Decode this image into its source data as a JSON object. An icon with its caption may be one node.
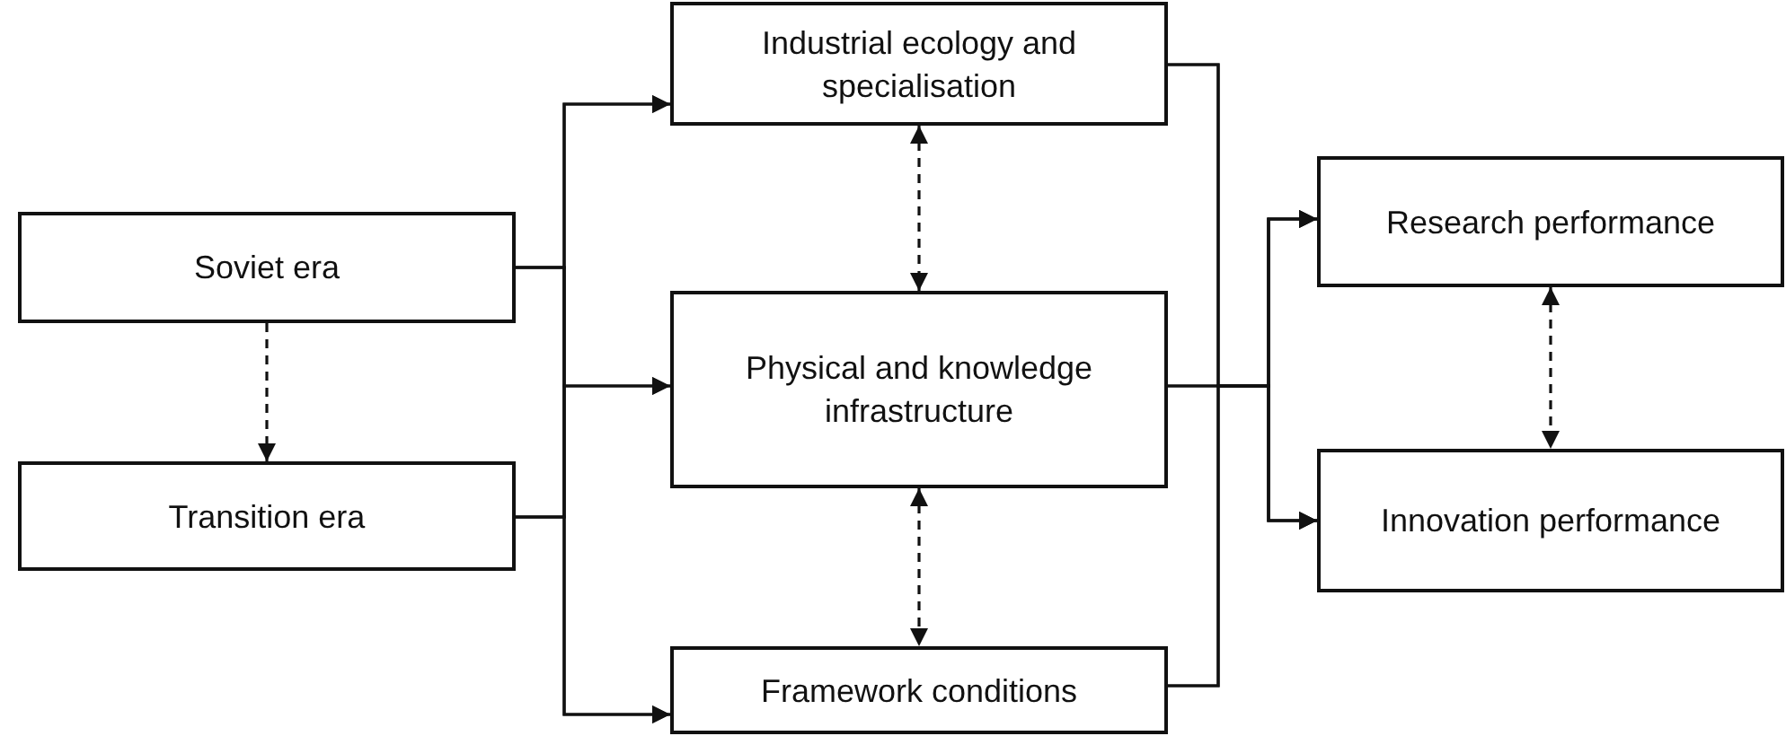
{
  "diagram": {
    "nodes": [
      {
        "text": [
          "Soviet era"
        ]
      },
      {
        "text": [
          "Transition era"
        ]
      },
      {
        "text": [
          "Industrial ecology and specialisation"
        ]
      },
      {
        "text": [
          "Physical and knowledge infrastructure"
        ]
      },
      {
        "text": [
          "Framework conditions"
        ]
      },
      {
        "text": [
          "Research performance"
        ]
      },
      {
        "text": [
          "Innovation performance"
        ]
      }
    ],
    "edges": [
      {
        "from": 0,
        "to": 1,
        "arrow": "to",
        "style": "dashed"
      },
      {
        "from": 0,
        "to": 2,
        "arrow": "to"
      },
      {
        "from": 0,
        "to": 3,
        "arrow": "to"
      },
      {
        "from": 0,
        "to": 4,
        "arrow": "to"
      },
      {
        "from": 1,
        "to": 2,
        "arrow": "to"
      },
      {
        "from": 1,
        "to": 3,
        "arrow": "to"
      },
      {
        "from": 1,
        "to": 4,
        "arrow": "to"
      },
      {
        "from": 2,
        "to": 3,
        "arrow": "both",
        "style": "dashed"
      },
      {
        "from": 3,
        "to": 4,
        "arrow": "both",
        "style": "dashed"
      },
      {
        "from": 2,
        "to": 5,
        "arrow": "to"
      },
      {
        "from": 2,
        "to": 6,
        "arrow": "to"
      },
      {
        "from": 3,
        "to": 5,
        "arrow": "to"
      },
      {
        "from": 3,
        "to": 6,
        "arrow": "to"
      },
      {
        "from": 4,
        "to": 5,
        "arrow": "to"
      },
      {
        "from": 4,
        "to": 6,
        "arrow": "to"
      },
      {
        "from": 5,
        "to": 6,
        "arrow": "both",
        "style": "dashed"
      }
    ]
  }
}
